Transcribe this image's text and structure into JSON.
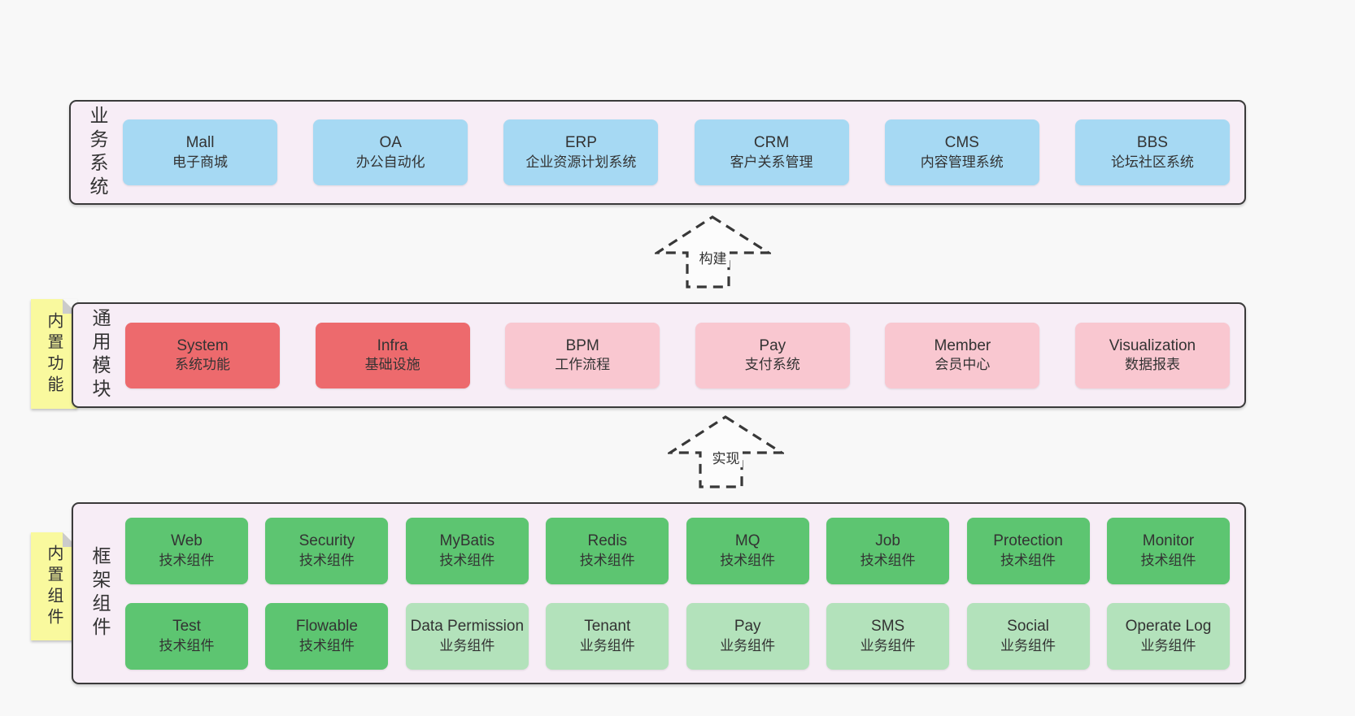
{
  "diagram": {
    "bands": [
      {
        "label": "业务系统",
        "boxes": [
          {
            "title": "Mall",
            "subtitle": "电子商城"
          },
          {
            "title": "OA",
            "subtitle": "办公自动化"
          },
          {
            "title": "ERP",
            "subtitle": "企业资源计划系统"
          },
          {
            "title": "CRM",
            "subtitle": "客户关系管理"
          },
          {
            "title": "CMS",
            "subtitle": "内容管理系统"
          },
          {
            "title": "BBS",
            "subtitle": "论坛社区系统"
          }
        ]
      },
      {
        "label": "通用模块",
        "sticky": "内置功能",
        "boxes": [
          {
            "title": "System",
            "subtitle": "系统功能"
          },
          {
            "title": "Infra",
            "subtitle": "基础设施"
          },
          {
            "title": "BPM",
            "subtitle": "工作流程"
          },
          {
            "title": "Pay",
            "subtitle": "支付系统"
          },
          {
            "title": "Member",
            "subtitle": "会员中心"
          },
          {
            "title": "Visualization",
            "subtitle": "数据报表"
          }
        ]
      },
      {
        "label": "框架组件",
        "sticky": "内置组件",
        "rows": [
          [
            {
              "title": "Web",
              "subtitle": "技术组件"
            },
            {
              "title": "Security",
              "subtitle": "技术组件"
            },
            {
              "title": "MyBatis",
              "subtitle": "技术组件"
            },
            {
              "title": "Redis",
              "subtitle": "技术组件"
            },
            {
              "title": "MQ",
              "subtitle": "技术组件"
            },
            {
              "title": "Job",
              "subtitle": "技术组件"
            },
            {
              "title": "Protection",
              "subtitle": "技术组件"
            },
            {
              "title": "Monitor",
              "subtitle": "技术组件"
            }
          ],
          [
            {
              "title": "Test",
              "subtitle": "技术组件"
            },
            {
              "title": "Flowable",
              "subtitle": "技术组件"
            },
            {
              "title": "Data Permission",
              "subtitle": "业务组件"
            },
            {
              "title": "Tenant",
              "subtitle": "业务组件"
            },
            {
              "title": "Pay",
              "subtitle": "业务组件"
            },
            {
              "title": "SMS",
              "subtitle": "业务组件"
            },
            {
              "title": "Social",
              "subtitle": "业务组件"
            },
            {
              "title": "Operate Log",
              "subtitle": "业务组件"
            }
          ]
        ]
      }
    ],
    "arrows": [
      {
        "label": "构建"
      },
      {
        "label": "实现"
      }
    ]
  },
  "colors": {
    "page_bg": "#f8f8f8",
    "band_bg": "#f7edf6",
    "band_border": "#3a3a3a",
    "business_box": "#a6d9f3",
    "core_module_box": "#ed6a6d",
    "optional_module_box": "#f9c7d0",
    "tech_component_box": "#5dc571",
    "biz_component_box": "#b3e2bb",
    "sticky_note": "#f9f99e",
    "text": "#333333"
  }
}
